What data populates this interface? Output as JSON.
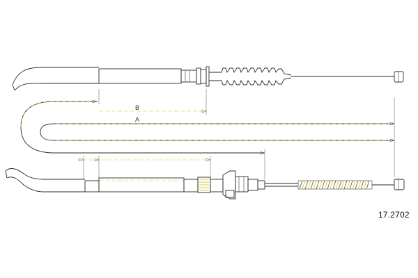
{
  "part_number": "17.2702",
  "dimensions": {
    "label_b": "B",
    "label_a": "A"
  },
  "colors": {
    "line": "#2a2a2a",
    "dimension": "#555555",
    "highlight": "#e8c000"
  }
}
